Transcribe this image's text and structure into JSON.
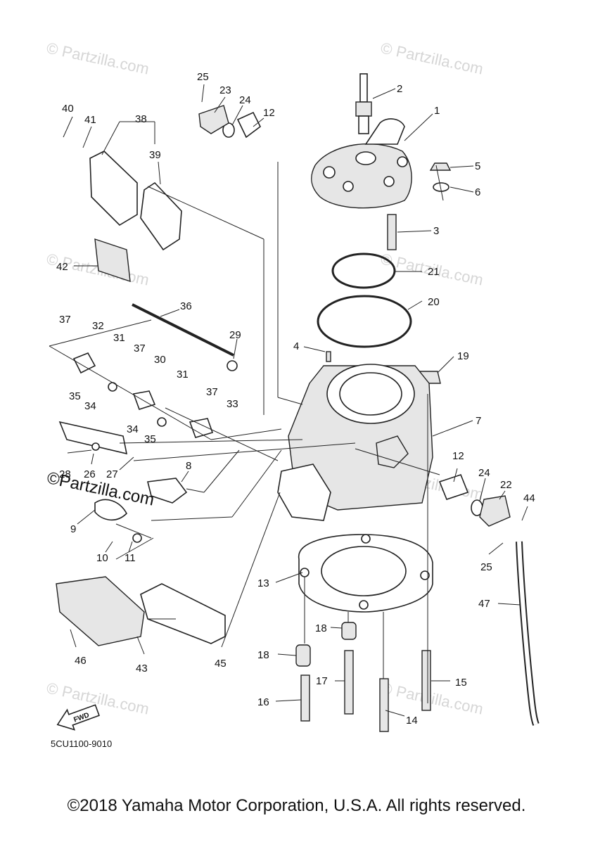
{
  "diagram": {
    "part_code": "5CU1100-9010",
    "fwd_label": "FWD",
    "watermark_text": "© Partzilla.com",
    "watermark_overlay": "©Partzilla.com",
    "copyright": "©2018 Yamaha Motor Corporation, U.S.A. All rights reserved.",
    "callouts": [
      "1",
      "2",
      "3",
      "4",
      "5",
      "6",
      "7",
      "8",
      "9",
      "10",
      "11",
      "12",
      "12",
      "13",
      "14",
      "15",
      "16",
      "17",
      "18",
      "18",
      "19",
      "20",
      "21",
      "22",
      "23",
      "24",
      "24",
      "25",
      "25",
      "26",
      "27",
      "28",
      "29",
      "30",
      "31",
      "31",
      "32",
      "33",
      "34",
      "34",
      "35",
      "35",
      "36",
      "37",
      "37",
      "37",
      "38",
      "39",
      "40",
      "41",
      "42",
      "43",
      "44",
      "45",
      "46",
      "47"
    ]
  }
}
